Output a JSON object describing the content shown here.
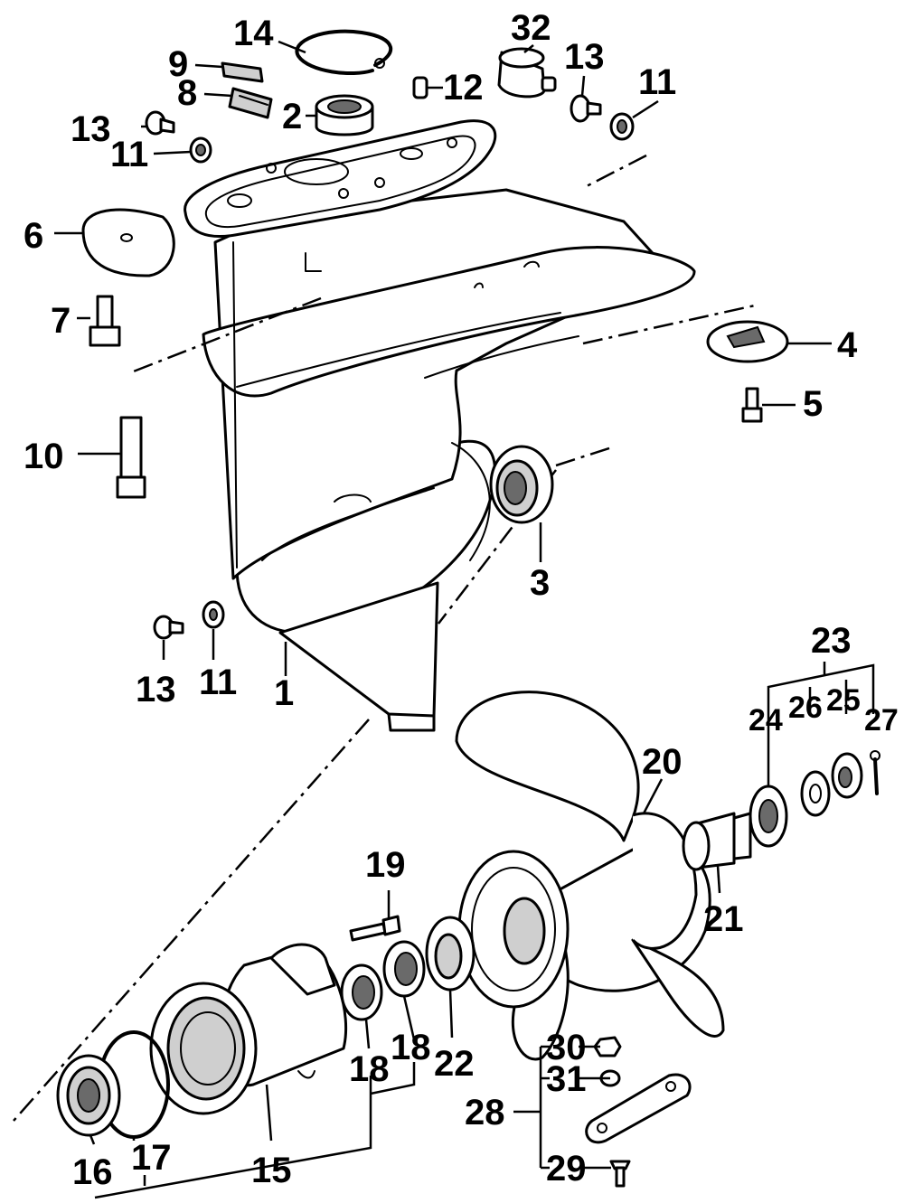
{
  "diagram": {
    "callouts": {
      "c1": "1",
      "c2": "2",
      "c3": "3",
      "c4": "4",
      "c5": "5",
      "c6": "6",
      "c7": "7",
      "c8": "8",
      "c9": "9",
      "c10": "10",
      "c11a": "11",
      "c11b": "11",
      "c11c": "11",
      "c12": "12",
      "c13a": "13",
      "c13b": "13",
      "c13c": "13",
      "c14": "14",
      "c15": "15",
      "c16": "16",
      "c17": "17",
      "c18a": "18",
      "c18b": "18",
      "c19": "19",
      "c20": "20",
      "c21": "21",
      "c22": "22",
      "c23": "23",
      "c24": "24",
      "c25": "25",
      "c26": "26",
      "c27": "27",
      "c28": "28",
      "c29": "29",
      "c30": "30",
      "c31": "31",
      "c32": "32"
    }
  }
}
